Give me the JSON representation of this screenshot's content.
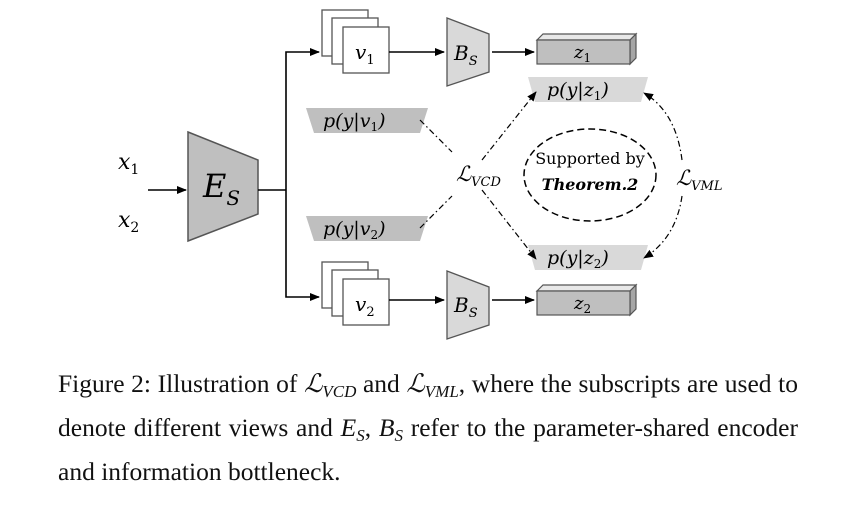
{
  "diagram": {
    "inputs": [
      "x",
      "x"
    ],
    "input_subs": [
      "1",
      "2"
    ],
    "encoder": {
      "label": "E",
      "sub": "S"
    },
    "views": [
      {
        "label": "v",
        "sub": "1"
      },
      {
        "label": "v",
        "sub": "2"
      }
    ],
    "bottleneck": {
      "label": "B",
      "sub": "S"
    },
    "latents": [
      {
        "label": "z",
        "sub": "1"
      },
      {
        "label": "z",
        "sub": "2"
      }
    ],
    "view_probs": [
      "p(y|v",
      "p(y|v"
    ],
    "view_prob_subs": [
      "1",
      "2"
    ],
    "view_prob_close": ")",
    "latent_probs": [
      "p(y|z",
      "p(y|z"
    ],
    "latent_prob_subs": [
      "1",
      "2"
    ],
    "latent_prob_close": ")",
    "loss_vcd": {
      "label": "ℒ",
      "sub": "VCD"
    },
    "loss_vml": {
      "label": "ℒ",
      "sub": "VML"
    },
    "theorem": {
      "line1": "Supported by",
      "line2": "Theorem.2"
    },
    "colors": {
      "gray_fill": "#bfbfbf",
      "light_fill": "#d9d9d9",
      "stroke": "#000000"
    }
  },
  "caption": {
    "part1": "Figure 2: Illustration of ",
    "lvcd": "ℒ",
    "lvcd_sub": "VCD",
    "and1": " and ",
    "lvml": "ℒ",
    "lvml_sub": "VML",
    "part2": ", where the subscripts are used to denote different views and ",
    "es": "E",
    "es_sub": "S",
    "comma": ", ",
    "bs": "B",
    "bs_sub": "S",
    "part3": " refer to the parameter-shared encoder and information bottleneck."
  }
}
